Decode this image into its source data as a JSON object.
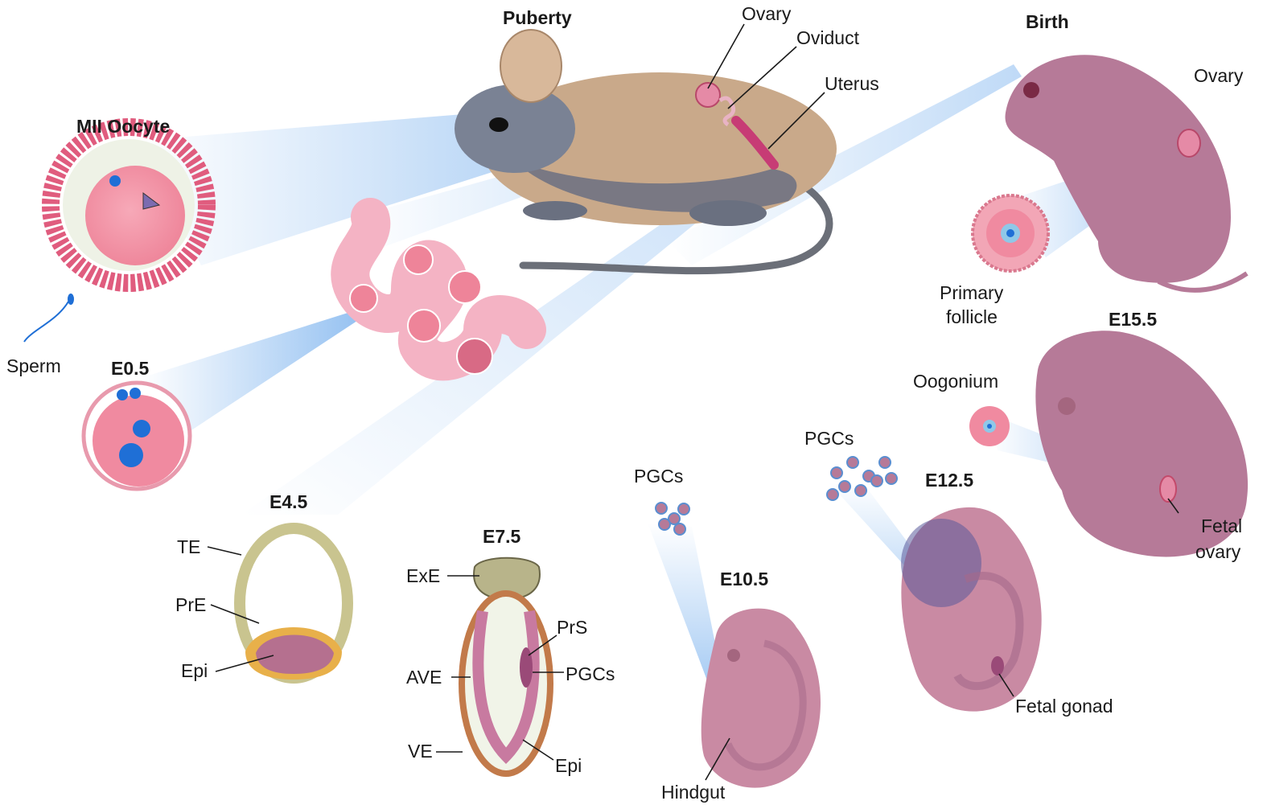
{
  "figure": {
    "stages": {
      "puberty": "Puberty",
      "birth": "Birth",
      "mii_oocyte": "MII Oocyte",
      "e0_5": "E0.5",
      "e4_5": "E4.5",
      "e7_5": "E7.5",
      "e10_5": "E10.5",
      "e12_5": "E12.5",
      "e15_5": "E15.5"
    },
    "labels": {
      "ovary_adult": "Ovary",
      "oviduct": "Oviduct",
      "uterus": "Uterus",
      "ovary_newborn": "Ovary",
      "primary_follicle_line1": "Primary",
      "primary_follicle_line2": "follicle",
      "sperm": "Sperm",
      "oogonium": "Oogonium",
      "pgcs_e12": "PGCs",
      "pgcs_e10": "PGCs",
      "fetal_ovary_line1": "Fetal",
      "fetal_ovary_line2": "ovary",
      "fetal_gonad": "Fetal gonad",
      "hindgut": "Hindgut",
      "te": "TE",
      "pre": "PrE",
      "epi_e4": "Epi",
      "exe": "ExE",
      "prs": "PrS",
      "pgcs_e7": "PGCs",
      "ave": "AVE",
      "ve": "VE",
      "epi_e7": "Epi"
    },
    "colors": {
      "beam": "#3d8ee6",
      "egg": "#f08aa0",
      "cumulus": "#e05c7e",
      "nucleus": "#1f6fd6",
      "embryo": "#c98aa3",
      "mouse_fur": "#c9a98a",
      "mouse_shadow": "#5d6880",
      "trophectoderm": "#c9c48f",
      "epiblast": "#b5708f",
      "primitive_endoderm": "#e8b04a"
    }
  }
}
